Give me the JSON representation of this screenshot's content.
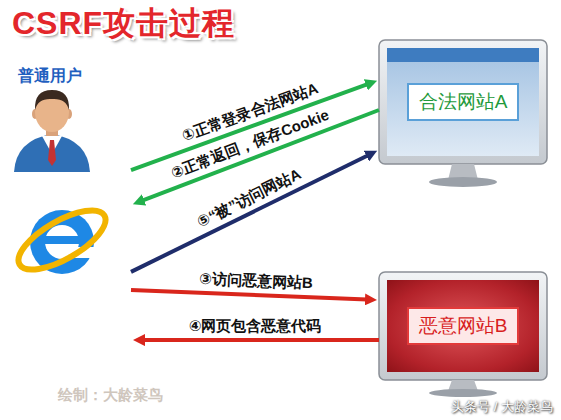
{
  "diagram": {
    "title": "CSRF攻击过程",
    "nodes": [
      {
        "text": [
          "普通用户"
        ]
      },
      {
        "text": [
          "合法网站A"
        ]
      },
      {
        "text": [
          "恶意网站B"
        ]
      }
    ],
    "edges": [
      {
        "from": 0,
        "to": 1,
        "label": "①正常登录合法网站A",
        "arrow": "to"
      },
      {
        "from": 1,
        "to": 0,
        "label": "②正常返回，保存Cookie",
        "arrow": "to"
      },
      {
        "from": 0,
        "to": 2,
        "label": "③访问恶意网站B",
        "arrow": "to"
      },
      {
        "from": 2,
        "to": 0,
        "label": "④网页包含恶意代码",
        "arrow": "to"
      },
      {
        "from": 0,
        "to": 1,
        "label": "⑤“被”访问网站A",
        "arrow": "to"
      }
    ],
    "labels": [
      "绘制：大龄菜鸟",
      "头条号 / 大龄菜鸟"
    ]
  }
}
